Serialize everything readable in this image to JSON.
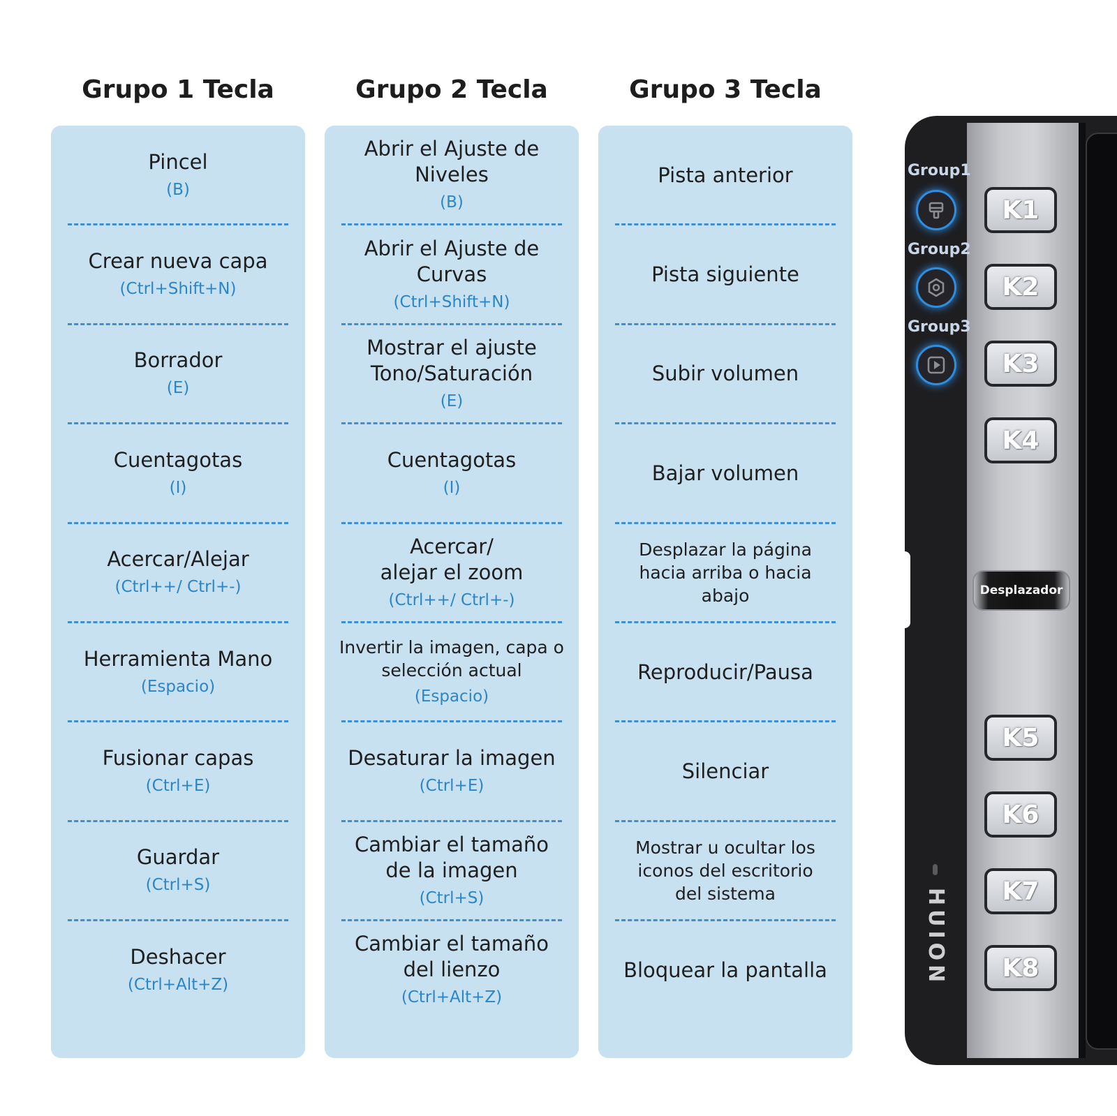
{
  "columns": [
    {
      "title": "Grupo 1 Tecla",
      "items": [
        {
          "label": "Pincel",
          "shortcut": "(B)"
        },
        {
          "label": "Crear nueva capa",
          "shortcut": "(Ctrl+Shift+N)"
        },
        {
          "label": "Borrador",
          "shortcut": "(E)"
        },
        {
          "label": "Cuentagotas",
          "shortcut": "(I)"
        },
        {
          "label": "Acercar/Alejar",
          "shortcut": "(Ctrl++/ Ctrl+-)"
        },
        {
          "label": "Herramienta Mano",
          "shortcut": "(Espacio)"
        },
        {
          "label": "Fusionar capas",
          "shortcut": "(Ctrl+E)"
        },
        {
          "label": "Guardar",
          "shortcut": "(Ctrl+S)"
        },
        {
          "label": "Deshacer",
          "shortcut": "(Ctrl+Alt+Z)"
        }
      ]
    },
    {
      "title": "Grupo 2 Tecla",
      "items": [
        {
          "label": "Abrir el Ajuste de\nNiveles",
          "shortcut": "(B)"
        },
        {
          "label": "Abrir el Ajuste de\nCurvas",
          "shortcut": "(Ctrl+Shift+N)"
        },
        {
          "label": "Mostrar el ajuste\nTono/Saturación",
          "shortcut": "(E)"
        },
        {
          "label": "Cuentagotas",
          "shortcut": "(I)"
        },
        {
          "label": "Acercar/\nalejar el zoom",
          "shortcut": "(Ctrl++/ Ctrl+-)"
        },
        {
          "label": "Invertir la imagen, capa o\nselección actual",
          "shortcut": "(Espacio)"
        },
        {
          "label": "Desaturar la imagen",
          "shortcut": "(Ctrl+E)"
        },
        {
          "label": "Cambiar el tamaño\nde la imagen",
          "shortcut": "(Ctrl+S)"
        },
        {
          "label": "Cambiar el tamaño\ndel lienzo",
          "shortcut": "(Ctrl+Alt+Z)"
        }
      ]
    },
    {
      "title": "Grupo 3 Tecla",
      "items": [
        {
          "label": "Pista anterior",
          "shortcut": ""
        },
        {
          "label": "Pista siguiente",
          "shortcut": ""
        },
        {
          "label": "Subir volumen",
          "shortcut": ""
        },
        {
          "label": "Bajar volumen",
          "shortcut": ""
        },
        {
          "label": "Desplazar la página\nhacia arriba o hacia\nabajo",
          "shortcut": ""
        },
        {
          "label": "Reproducir/Pausa",
          "shortcut": ""
        },
        {
          "label": "Silenciar",
          "shortcut": ""
        },
        {
          "label": "Mostrar u ocultar los\niconos del escritorio\ndel sistema",
          "shortcut": ""
        },
        {
          "label": "Bloquear la pantalla",
          "shortcut": ""
        }
      ]
    }
  ],
  "device": {
    "groups": [
      {
        "label": "Group1",
        "icon": "brush-icon"
      },
      {
        "label": "Group2",
        "icon": "hexagon-icon"
      },
      {
        "label": "Group3",
        "icon": "play-icon"
      }
    ],
    "keys": [
      "K1",
      "K2",
      "K3",
      "K4",
      "K5",
      "K6",
      "K7",
      "K8"
    ],
    "scroller_label": "Desplazador",
    "brand": "HUION"
  },
  "colors": {
    "panel": "#c8e1f1",
    "shortcut": "#2a86c7",
    "separator": "#3f8fd0",
    "group_glow": "#2e8de0"
  }
}
